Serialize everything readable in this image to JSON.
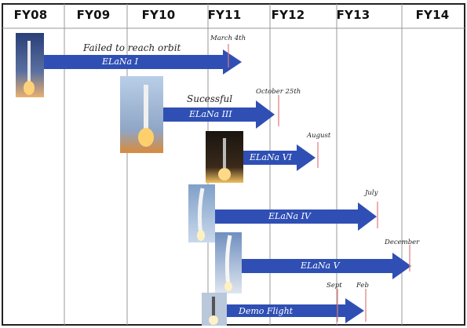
{
  "headers": [
    "FY08",
    "FY09",
    "FY10",
    "FY11",
    "FY12",
    "FY13",
    "FY14"
  ],
  "missions": [
    {
      "label": "ELaNa I",
      "status": "Failed to reach orbit",
      "date": "March 4th"
    },
    {
      "label": "ELaNa III",
      "status": "Sucessful",
      "date": "October 25th"
    },
    {
      "label": "ELaNa VI",
      "status": "",
      "date": "August"
    },
    {
      "label": "ELaNa IV",
      "status": "",
      "date": "July"
    },
    {
      "label": "ELaNa V",
      "status": "",
      "date": "December"
    },
    {
      "label": "Demo Flight",
      "status": "",
      "date": "Feb",
      "date2": "Sept"
    }
  ],
  "colors": {
    "arrow": "#2f4fb4",
    "marker": "#e07a7a",
    "grid": "#9a9a9a",
    "border": "#222222"
  }
}
